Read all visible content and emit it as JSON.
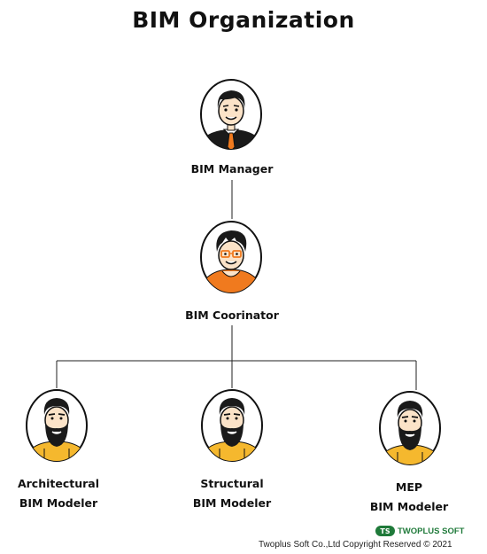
{
  "title": "BIM Organization",
  "nodes": {
    "manager": {
      "label": "BIM Manager"
    },
    "coordinator": {
      "label": "BIM Coorinator"
    },
    "architectural": {
      "line1": "Architectural",
      "line2": "BIM Modeler"
    },
    "structural": {
      "line1": "Structural",
      "line2": "BIM Modeler"
    },
    "mep": {
      "line1": "MEP",
      "line2": "BIM Modeler"
    }
  },
  "footer": {
    "logo_mark": "TS",
    "logo_text": "TWOPLUS SOFT",
    "copyright": "Twoplus Soft Co.,Ltd Copyright Reserved © 2021"
  },
  "colors": {
    "tie": "#f07a1e",
    "hoodie": "#f07a1e",
    "shirt": "#f5b82e",
    "skin": "#fbe3c8",
    "hair": "#1a1a1a",
    "brand": "#1f7a3a"
  }
}
